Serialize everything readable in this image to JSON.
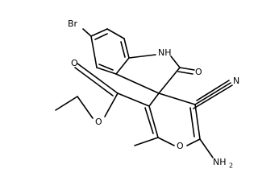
{
  "atoms": {
    "br": "Br",
    "nh": "NH",
    "o_carbonyl": "O",
    "n_nitrile": "N",
    "o_ester_dbl": "O",
    "o_ester_single": "O",
    "o_ring": "O",
    "nh2_main": "NH",
    "nh2_sub": "2"
  }
}
